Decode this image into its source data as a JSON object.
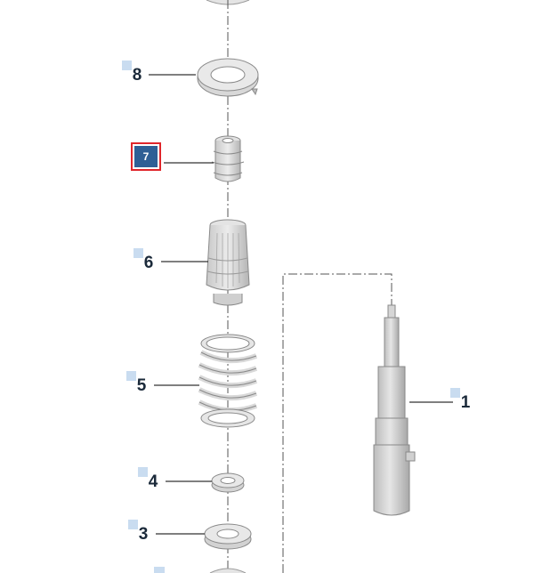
{
  "diagram": {
    "callouts": [
      {
        "id": "1",
        "label": "1",
        "selected": false
      },
      {
        "id": "3",
        "label": "3",
        "selected": false
      },
      {
        "id": "4",
        "label": "4",
        "selected": false
      },
      {
        "id": "5",
        "label": "5",
        "selected": false
      },
      {
        "id": "6",
        "label": "6",
        "selected": false
      },
      {
        "id": "7",
        "label": "7",
        "selected": true
      },
      {
        "id": "8",
        "label": "8",
        "selected": false
      }
    ],
    "colors": {
      "accent_selected_border": "#e0262b",
      "selected_fill": "#2f5f95",
      "callout_tab": "#c9dcf0",
      "part_gray": "#d4d4d4",
      "outline": "#8a8a8a"
    },
    "parts": [
      "bump-stop-ring",
      "buffer",
      "dust-boot",
      "coil-spring",
      "spring-seat",
      "lower-seat",
      "shock-absorber"
    ]
  }
}
